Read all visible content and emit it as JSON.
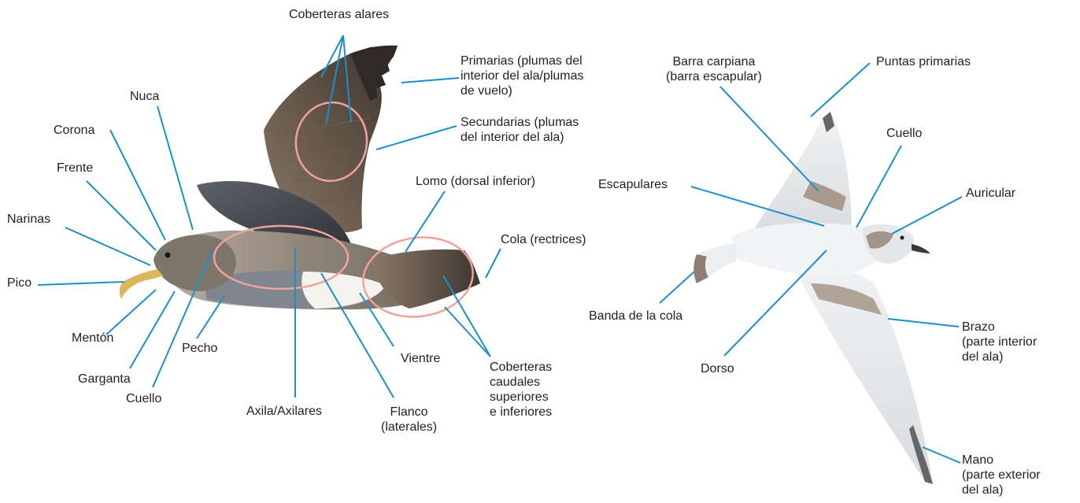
{
  "colors": {
    "leader_line": "#1a8fc8",
    "highlight_ring": "#f0a39a",
    "label_text": "#222222"
  },
  "shearwater": {
    "labels": {
      "coberteras_alares": "Coberteras alares",
      "primarias": "Primarias (plumas del\ninterior del ala/plumas\nde vuelo)",
      "secundarias": "Secundarias (plumas\ndel interior del ala)",
      "lomo": "Lomo (dorsal inferior)",
      "cola": "Cola (rectrices)",
      "nuca": "Nuca",
      "corona": "Corona",
      "frente": "Frente",
      "narinas": "Narinas",
      "pico": "Pico",
      "menton": "Mentón",
      "garganta": "Garganta",
      "cuello": "Cuello",
      "pecho": "Pecho",
      "axila": "Axila/Axilares",
      "flanco": "Flanco\n(laterales)",
      "vientre": "Vientre",
      "coberteras_caudales": "Coberteras\ncaudales\nsuperiores\ne inferiores"
    }
  },
  "gull": {
    "labels": {
      "barra_carpiana": "Barra carpiana\n(barra escapular)",
      "puntas_primarias": "Puntas primarias",
      "cuello": "Cuello",
      "escapulares": "Escapulares",
      "auricular": "Auricular",
      "banda_cola": "Banda de la cola",
      "brazo": "Brazo\n(parte interior\ndel ala)",
      "dorso": "Dorso",
      "mano": "Mano\n(parte exterior\ndel ala)"
    }
  }
}
